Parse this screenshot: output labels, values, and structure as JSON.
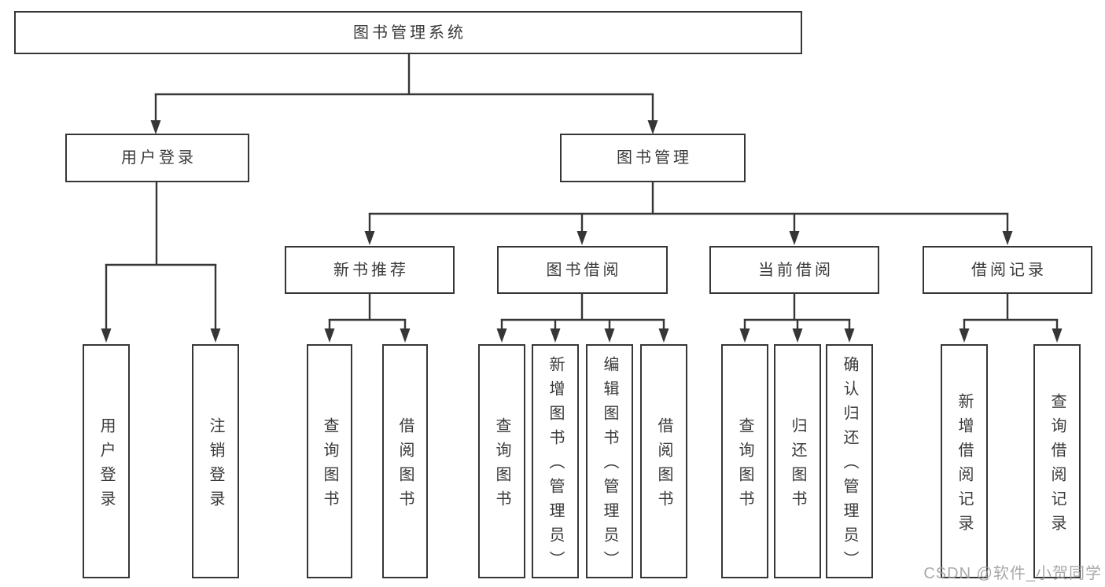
{
  "diagram": {
    "title_node": "图书管理系统",
    "level2": {
      "user_login": "用户登录",
      "book_management": "图书管理"
    },
    "level3": {
      "new_book_recommendation": "新书推荐",
      "book_borrowing": "图书借阅",
      "current_borrowing": "当前借阅",
      "borrowing_records": "借阅记录"
    },
    "leaves": {
      "user_login": "用户登录",
      "logout": "注销登录",
      "newbook_query_books": "查询图书",
      "newbook_borrow_books": "借阅图书",
      "borrow_query_books": "查询图书",
      "borrow_add_books_admin": "新增图书（管理员）",
      "borrow_edit_books_admin": "编辑图书（管理员）",
      "borrow_borrow_books": "借阅图书",
      "current_query_books": "查询图书",
      "current_return_books": "归还图书",
      "current_confirm_return_admin": "确认归还（管理员）",
      "records_add_borrow_record": "新增借阅记录",
      "records_query_borrow_record": "查询借阅记录"
    },
    "watermark": "CSDN @软件_小贺同学",
    "colors": {
      "line": "#363636",
      "box_border": "#363636",
      "text": "#3a3a3a",
      "watermark": "#9e9e9e",
      "background": "#ffffff"
    }
  }
}
